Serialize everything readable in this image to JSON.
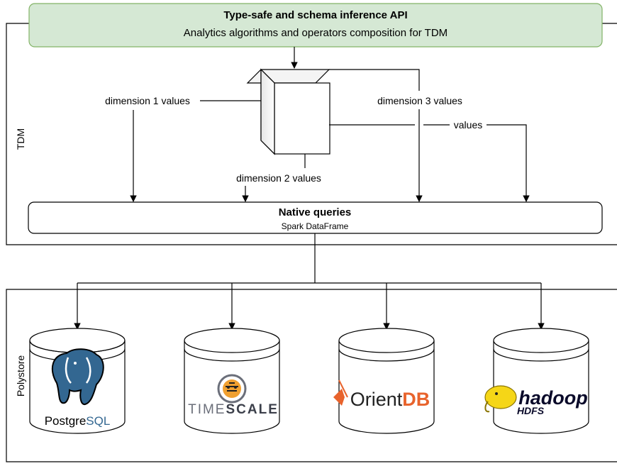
{
  "api": {
    "title": "Type-safe and schema inference API",
    "subtitle": "Analytics algorithms and operators composition for TDM"
  },
  "tdm_label": "TDM",
  "cube_edges": {
    "dim1": "dimension 1 values",
    "dim2": "dimension 2 values",
    "dim3": "dimension 3 values",
    "values": "values"
  },
  "native": {
    "title": "Native queries",
    "subtitle": "Spark DataFrame"
  },
  "polystore_label": "Polystore",
  "stores": [
    {
      "name": "PostgreSQL",
      "part1": "Postgre",
      "part2": "SQL"
    },
    {
      "name": "TIMESCALE",
      "part1": "TIME",
      "part2": "SCALE"
    },
    {
      "name": "OrientDB",
      "part1": "Orient",
      "part2": "DB"
    },
    {
      "name": "hadoop HDFS",
      "part1": "hadoop",
      "part2": "HDFS"
    }
  ],
  "colors": {
    "api_fill": "#d5e8d4",
    "api_stroke": "#82b366",
    "orient_orange": "#e8632c",
    "postgres_blue": "#336791",
    "timescale_gray": "#6b6f7a",
    "hadoop_yellow": "#f5d617"
  }
}
